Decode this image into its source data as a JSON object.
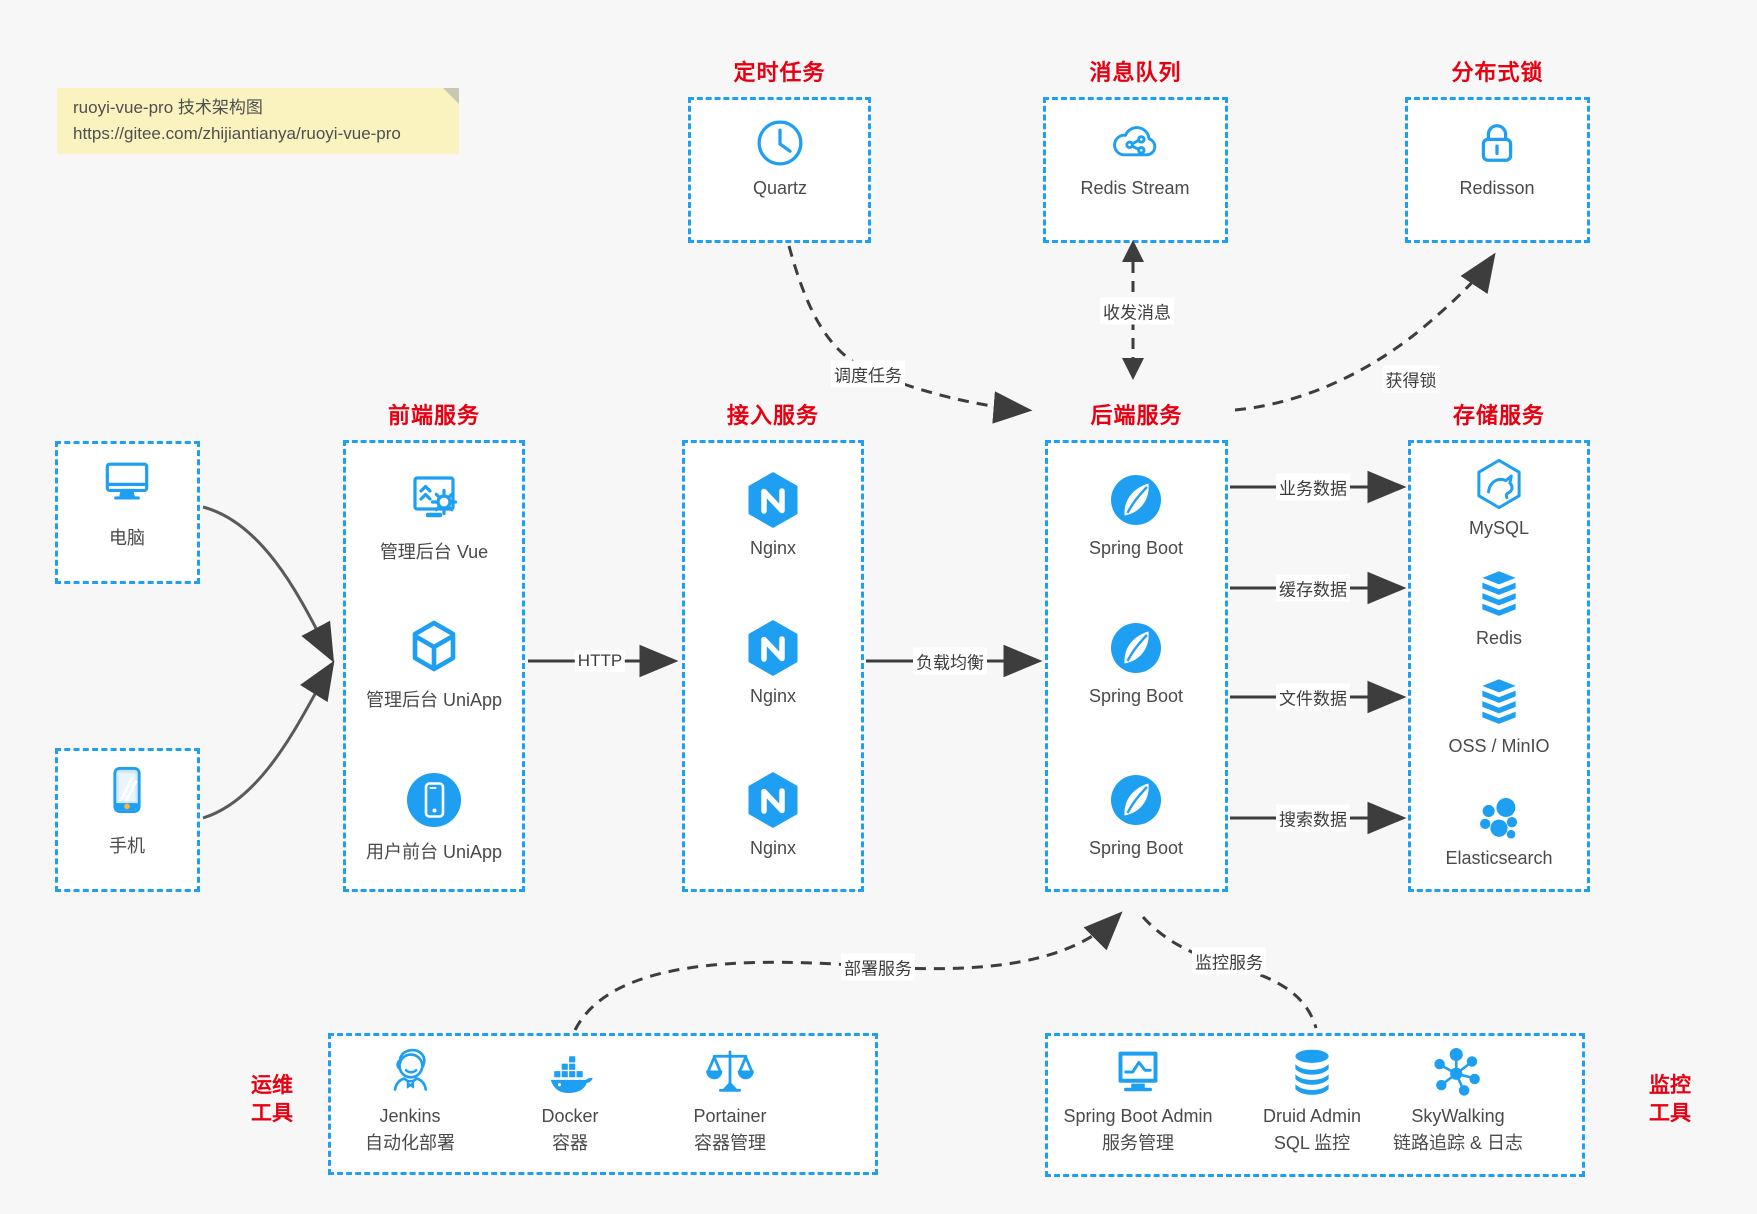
{
  "note": {
    "line1": "ruoyi-vue-pro 技术架构图",
    "line2": "https://gitee.com/zhijiantianya/ruoyi-vue-pro"
  },
  "colors": {
    "accent_blue": "#1e9ff2",
    "title_red": "#e60012",
    "text_dark": "#4a4a4a",
    "arrow_dark": "#3d3d3d",
    "note_bg": "#faf3bf",
    "phone_orange": "#f7b73c"
  },
  "top_groups": {
    "scheduled_jobs": {
      "title": "定时任务",
      "item": {
        "label": "Quartz",
        "icon": "clock-icon"
      }
    },
    "message_queue": {
      "title": "消息队列",
      "item": {
        "label": "Redis Stream",
        "icon": "cloud-network-icon"
      }
    },
    "distributed_lock": {
      "title": "分布式锁",
      "item": {
        "label": "Redisson",
        "icon": "lock-icon"
      }
    }
  },
  "clients": {
    "computer": {
      "label": "电脑",
      "icon": "desktop-icon"
    },
    "phone": {
      "label": "手机",
      "icon": "smartphone-icon"
    }
  },
  "columns": {
    "frontend": {
      "title": "前端服务",
      "items": [
        {
          "label": "管理后台 Vue",
          "icon": "admin-monitor-gear-icon"
        },
        {
          "label": "管理后台 UniApp",
          "icon": "cube-icon"
        },
        {
          "label": "用户前台 UniApp",
          "icon": "mobile-circle-icon"
        }
      ]
    },
    "gateway": {
      "title": "接入服务",
      "items": [
        {
          "label": "Nginx",
          "icon": "nginx-icon"
        },
        {
          "label": "Nginx",
          "icon": "nginx-icon"
        },
        {
          "label": "Nginx",
          "icon": "nginx-icon"
        }
      ]
    },
    "backend": {
      "title": "后端服务",
      "items": [
        {
          "label": "Spring Boot",
          "icon": "spring-icon"
        },
        {
          "label": "Spring Boot",
          "icon": "spring-icon"
        },
        {
          "label": "Spring Boot",
          "icon": "spring-icon"
        }
      ]
    },
    "storage": {
      "title": "存储服务",
      "items": [
        {
          "label": "MySQL",
          "icon": "mysql-icon"
        },
        {
          "label": "Redis",
          "icon": "redis-stack-icon"
        },
        {
          "label": "OSS / MinIO",
          "icon": "redis-stack-icon"
        },
        {
          "label": "Elasticsearch",
          "icon": "elasticsearch-icon"
        }
      ]
    }
  },
  "bottom_groups": {
    "ops_tools": {
      "side_label_line1": "运维",
      "side_label_line2": "工具",
      "items": [
        {
          "name": "Jenkins",
          "desc": "自动化部署",
          "icon": "jenkins-icon"
        },
        {
          "name": "Docker",
          "desc": "容器",
          "icon": "docker-whale-icon"
        },
        {
          "name": "Portainer",
          "desc": "容器管理",
          "icon": "scales-icon"
        }
      ]
    },
    "monitor_tools": {
      "side_label_line1": "监控",
      "side_label_line2": "工具",
      "items": [
        {
          "name": "Spring Boot Admin",
          "desc": "服务管理",
          "icon": "monitor-chart-icon"
        },
        {
          "name": "Druid Admin",
          "desc": "SQL 监控",
          "icon": "database-icon"
        },
        {
          "name": "SkyWalking",
          "desc": "链路追踪 & 日志",
          "icon": "topology-icon"
        }
      ]
    }
  },
  "edge_labels": {
    "http": "HTTP",
    "load_balance": "负载均衡",
    "schedule_task": "调度任务",
    "send_receive_msg": "收发消息",
    "acquire_lock": "获得锁",
    "business_data": "业务数据",
    "cache_data": "缓存数据",
    "file_data": "文件数据",
    "search_data": "搜索数据",
    "deploy_service": "部署服务",
    "monitor_service": "监控服务"
  }
}
